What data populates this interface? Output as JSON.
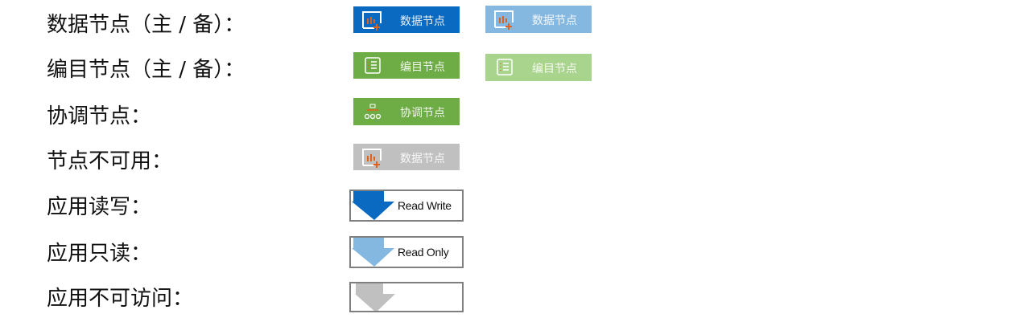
{
  "labels": [
    "数据节点（主 / 备）：",
    "编目节点（主 / 备）：",
    "协调节点：",
    "节点不可用：",
    "应用读写：",
    "应用只读：",
    "应用不可访问："
  ],
  "buttons": {
    "data_primary": "数据节点",
    "data_standby": "数据节点",
    "catalog_primary": "编目节点",
    "catalog_standby": "编目节点",
    "coord": "协调节点",
    "unavailable": "数据节点"
  },
  "arrows": {
    "read_write": "Read Write",
    "read_only": "Read Only"
  },
  "colors": {
    "blue": "#0a69c0",
    "light_blue": "#85b8e0",
    "green": "#6eac45",
    "light_green": "#a9d48e",
    "gray": "#c0c0c0",
    "orange": "#e0621a"
  }
}
